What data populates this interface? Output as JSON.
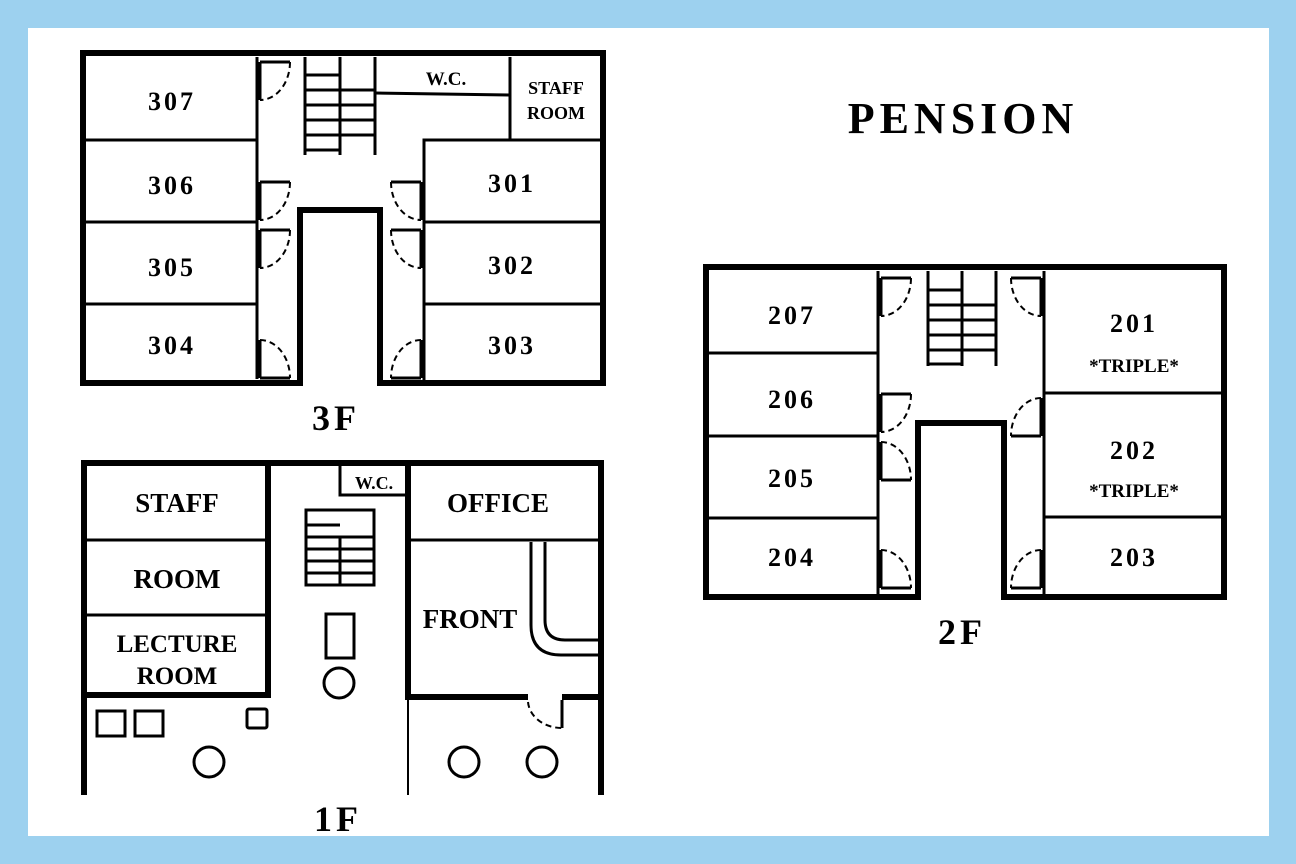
{
  "title": "PENSION",
  "floors": {
    "third": {
      "label": "3F",
      "rooms": {
        "r307": "307",
        "r306": "306",
        "r305": "305",
        "r304": "304",
        "r301": "301",
        "r302": "302",
        "r303": "303",
        "wc": "W.C.",
        "staff_room_line1": "STAFF",
        "staff_room_line2": "ROOM"
      }
    },
    "second": {
      "label": "2F",
      "rooms": {
        "r207": "207",
        "r206": "206",
        "r205": "205",
        "r204": "204",
        "r201": "201",
        "r202": "202",
        "r203": "203",
        "triple_note": "*TRIPLE*"
      }
    },
    "first": {
      "label": "1F",
      "rooms": {
        "staff": "STAFF",
        "room": "ROOM",
        "lecture_line1": "LECTURE",
        "lecture_line2": "ROOM",
        "wc": "W.C.",
        "office": "OFFICE",
        "front": "FRONT"
      }
    }
  },
  "colors": {
    "frame": "#9dd1ef",
    "paper": "#ffffff",
    "ink": "#000000"
  }
}
